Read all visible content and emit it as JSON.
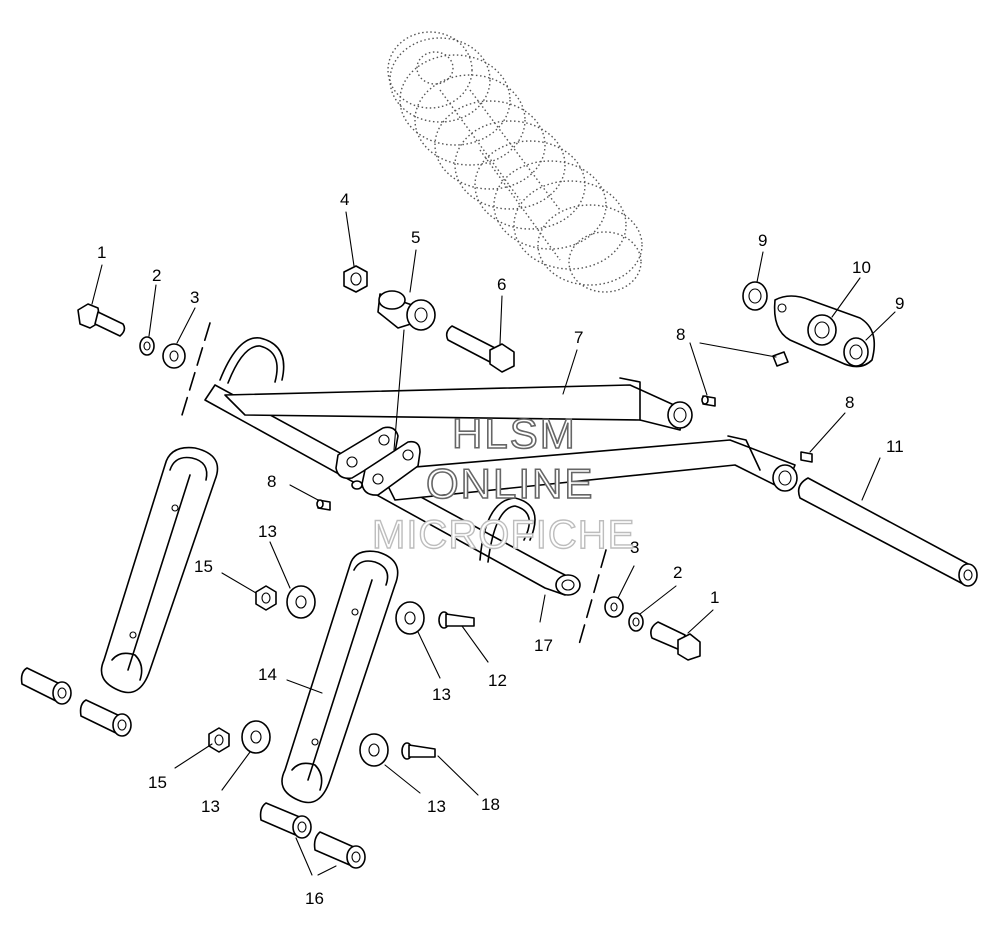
{
  "callouts": [
    {
      "id": "c1a",
      "text": "1"
    },
    {
      "id": "c2a",
      "text": "2"
    },
    {
      "id": "c3a",
      "text": "3"
    },
    {
      "id": "c4",
      "text": "4"
    },
    {
      "id": "c5",
      "text": "5"
    },
    {
      "id": "c6",
      "text": "6"
    },
    {
      "id": "c7",
      "text": "7"
    },
    {
      "id": "c8a",
      "text": "8"
    },
    {
      "id": "c8b",
      "text": "8"
    },
    {
      "id": "c8c",
      "text": "8"
    },
    {
      "id": "c9a",
      "text": "9"
    },
    {
      "id": "c9b",
      "text": "9"
    },
    {
      "id": "c10",
      "text": "10"
    },
    {
      "id": "c11",
      "text": "11"
    },
    {
      "id": "c12",
      "text": "12"
    },
    {
      "id": "c13a",
      "text": "13"
    },
    {
      "id": "c13b",
      "text": "13"
    },
    {
      "id": "c13c",
      "text": "13"
    },
    {
      "id": "c13d",
      "text": "13"
    },
    {
      "id": "c14",
      "text": "14"
    },
    {
      "id": "c15a",
      "text": "15"
    },
    {
      "id": "c15b",
      "text": "15"
    },
    {
      "id": "c16",
      "text": "16"
    },
    {
      "id": "c17",
      "text": "17"
    },
    {
      "id": "c18",
      "text": "18"
    },
    {
      "id": "c3b",
      "text": "3"
    },
    {
      "id": "c2b",
      "text": "2"
    },
    {
      "id": "c1b",
      "text": "1"
    }
  ],
  "watermark": {
    "line1": "HLSM",
    "line2": "ONLINE",
    "line3": "MICROFICHE"
  }
}
